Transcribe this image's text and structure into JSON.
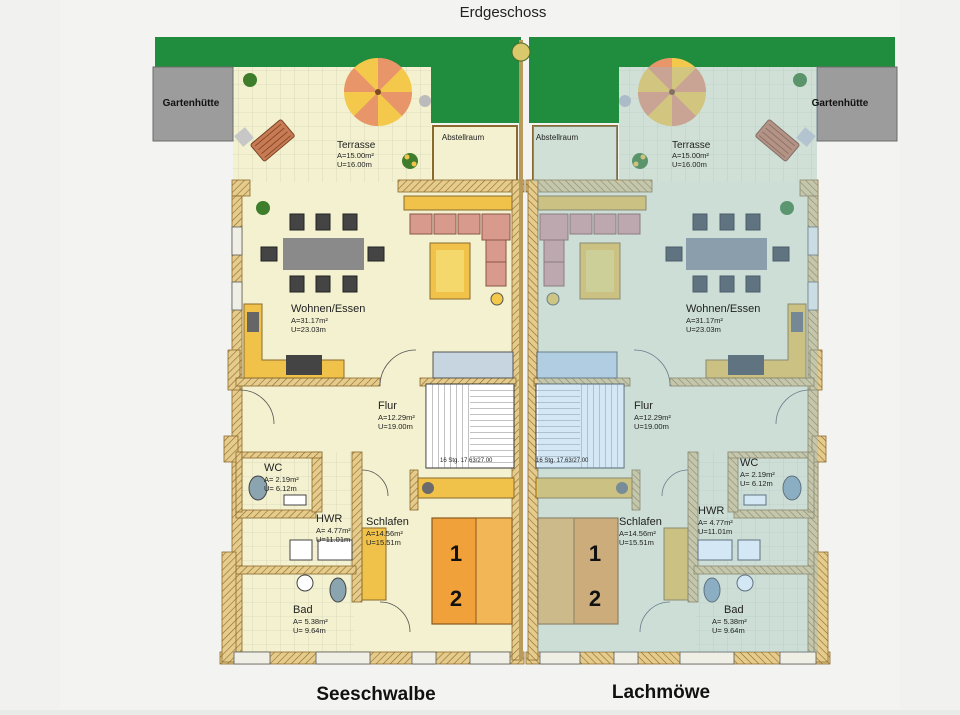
{
  "title": "Erdgeschoss",
  "colors": {
    "paper": "#f1f2ef",
    "garden": "#1f8c3e",
    "wall": "#e2c98a",
    "left_floor": "#f3f1cf",
    "right_floor": "#cfe1ec",
    "shed": "#9c9c9c",
    "furniture": "#f1c24a",
    "bed": "#f0a13a"
  },
  "units": {
    "left": {
      "name": "Seeschwalbe",
      "shed": "Gartenhütte",
      "storage": "Abstellraum",
      "terrace": {
        "name": "Terrasse",
        "area": "A=15.00m²",
        "perimeter": "U=16.00m"
      },
      "living": {
        "name": "Wohnen/Essen",
        "area": "A=31.17m²",
        "perimeter": "U=23.03m"
      },
      "hall": {
        "name": "Flur",
        "area": "A=12.29m²",
        "perimeter": "U=19.00m"
      },
      "wc": {
        "name": "WC",
        "area": "A= 2.19m²",
        "perimeter": "U= 6.12m"
      },
      "hwr": {
        "name": "HWR",
        "area": "A= 4.77m²",
        "perimeter": "U=11.01m"
      },
      "bedroom": {
        "name": "Schlafen",
        "area": "A=14.56m²",
        "perimeter": "U=15.51m"
      },
      "bath": {
        "name": "Bad",
        "area": "A= 5.38m²",
        "perimeter": "U= 9.64m"
      },
      "stairs": "16 Stg. 17.63/27.00",
      "bed_labels": [
        "1",
        "2"
      ]
    },
    "right": {
      "name": "Lachmöwe",
      "shed": "Gartenhütte",
      "storage": "Abstellraum",
      "terrace": {
        "name": "Terrasse",
        "area": "A=15.00m²",
        "perimeter": "U=16.00m"
      },
      "living": {
        "name": "Wohnen/Essen",
        "area": "A=31.17m²",
        "perimeter": "U=23.03m"
      },
      "hall": {
        "name": "Flur",
        "area": "A=12.29m²",
        "perimeter": "U=19.00m"
      },
      "wc": {
        "name": "WC",
        "area": "A= 2.19m²",
        "perimeter": "U= 6.12m"
      },
      "hwr": {
        "name": "HWR",
        "area": "A= 4.77m²",
        "perimeter": "U=11.01m"
      },
      "bedroom": {
        "name": "Schlafen",
        "area": "A=14.56m²",
        "perimeter": "U=15.51m"
      },
      "bath": {
        "name": "Bad",
        "area": "A= 5.38m²",
        "perimeter": "U= 9.64m"
      },
      "stairs": "16 Stg. 17.63/27.00",
      "bed_labels": [
        "1",
        "2"
      ]
    }
  }
}
